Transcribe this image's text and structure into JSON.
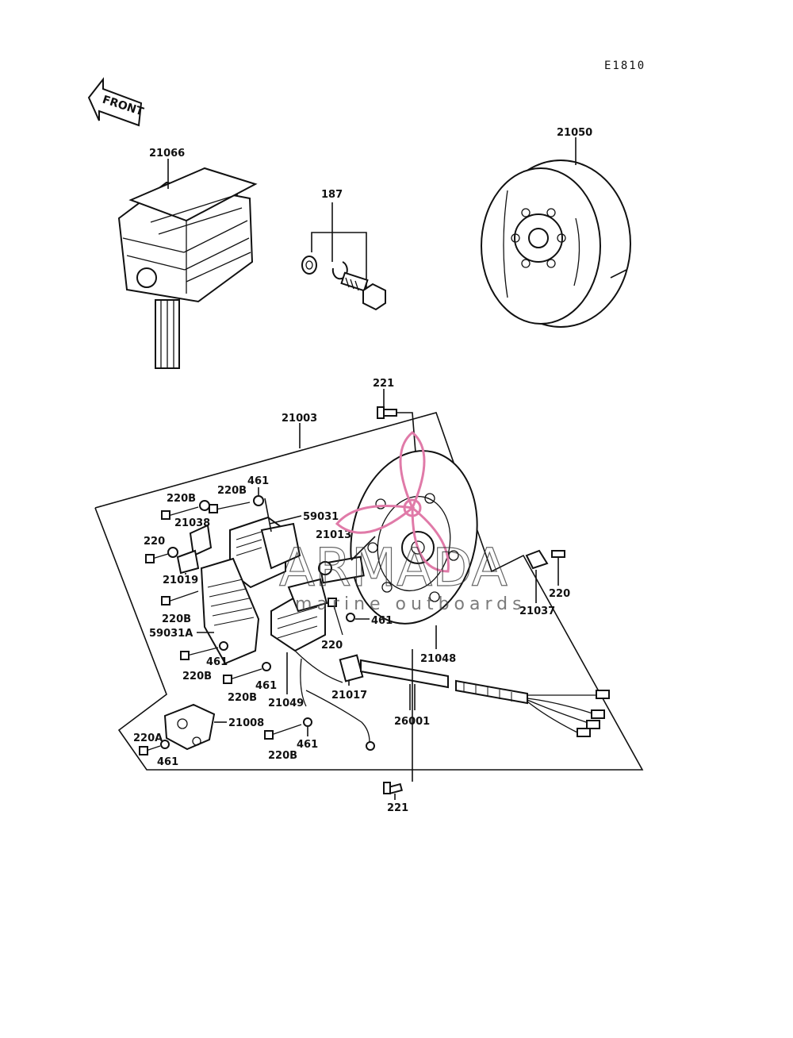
{
  "diagram_code": "E1810",
  "front_label": "FRONT",
  "watermark": {
    "brand": "ARMADA",
    "tagline": "marine outboards",
    "color": "#e07aa8"
  },
  "labels": {
    "l21066": "21066",
    "l187": "187",
    "l21050": "21050",
    "l221_top": "221",
    "l21003": "21003",
    "l220B_1": "220B",
    "l220B_2": "220B",
    "l461_1": "461",
    "l59031": "59031",
    "l21038": "21038",
    "l21013": "21013",
    "l220_1": "220",
    "l21019": "21019",
    "l220B_3": "220B",
    "l59031A": "59031A",
    "l461_2": "461",
    "l220B_4": "220B",
    "l461_3": "461",
    "l220B_5": "220B",
    "l21049": "21049",
    "l220_2": "220",
    "l21017": "21017",
    "l461_4": "461",
    "l21048": "21048",
    "l21037": "21037",
    "l220_3": "220",
    "l26001": "26001",
    "l21008": "21008",
    "l220A": "220A",
    "l461_5": "461",
    "l220B_6": "220B",
    "l461_6": "461",
    "l221_bottom": "221"
  }
}
